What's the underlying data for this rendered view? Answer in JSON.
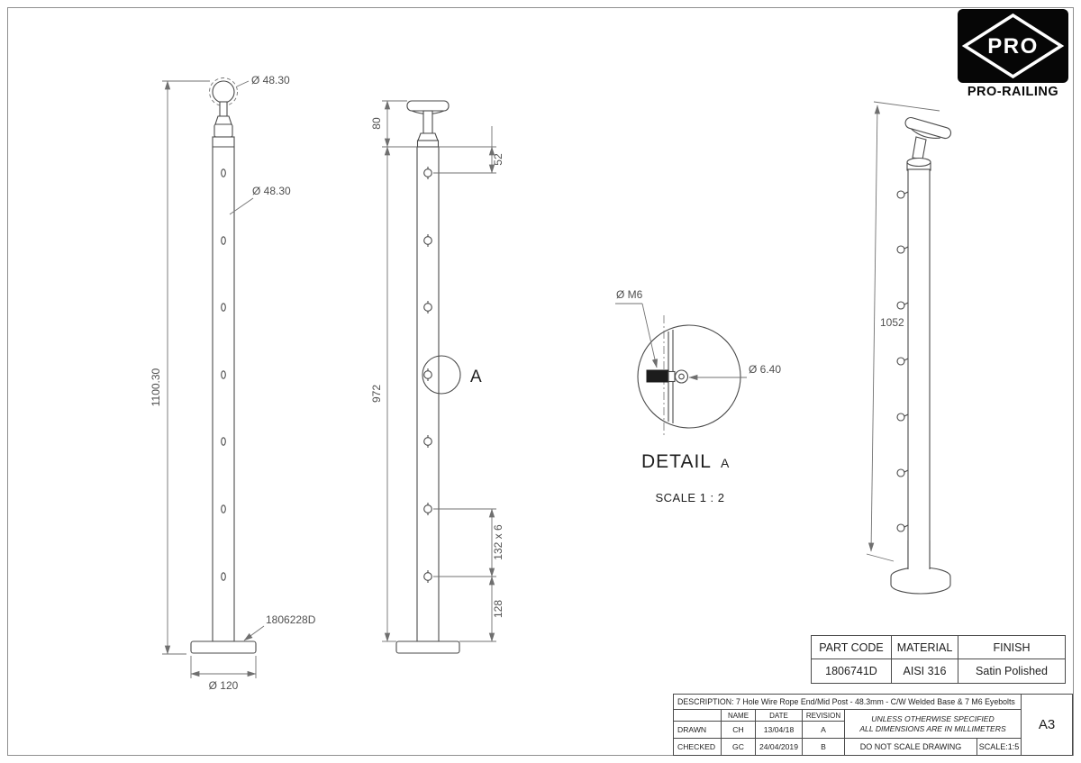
{
  "logo": {
    "brand": "PRO",
    "name": "PRO-RAILING"
  },
  "front_view": {
    "dim_ball_dia": "Ø 48.30",
    "dim_tube_dia": "Ø 48.30",
    "dim_total_height": "1100.30",
    "dim_base_dia": "Ø 120",
    "base_part_code": "1806228D"
  },
  "side_view": {
    "dim_fitting_height": "80",
    "dim_first_hole": "52",
    "dim_post_height": "972",
    "dim_hole_spacing": "132 x 6",
    "dim_last_hole": "128",
    "detail_marker": "A"
  },
  "detail_view": {
    "dim_thread": "Ø M6",
    "dim_eye_dia": "Ø 6.40",
    "title": "DETAIL",
    "title_ref": "A",
    "scale_note": "SCALE  1 : 2"
  },
  "iso_view": {
    "dim_height": "1052"
  },
  "part_table": {
    "headers": [
      "PART CODE",
      "MATERIAL",
      "FINISH"
    ],
    "values": [
      "1806741D",
      "AISI 316",
      "Satin Polished"
    ]
  },
  "title_block": {
    "description": "DESCRIPTION:  7 Hole Wire Rope End/Mid Post - 48.3mm - C/W Welded Base & 7 M6 Eyebolts",
    "col_name": "NAME",
    "col_date": "DATE",
    "col_revision": "REVISION",
    "drawn_label": "DRAWN",
    "drawn_name": "CH",
    "drawn_date": "13/04/18",
    "drawn_rev": "A",
    "checked_label": "CHECKED",
    "checked_name": "GC",
    "checked_date": "24/04/2019",
    "checked_rev": "B",
    "spec_line1": "UNLESS OTHERWISE SPECIFIED",
    "spec_line2": "ALL DIMENSIONS ARE IN MILLIMETERS",
    "no_scale": "DO NOT SCALE DRAWING",
    "scale": "SCALE:1:5",
    "sheet_size": "A3"
  }
}
